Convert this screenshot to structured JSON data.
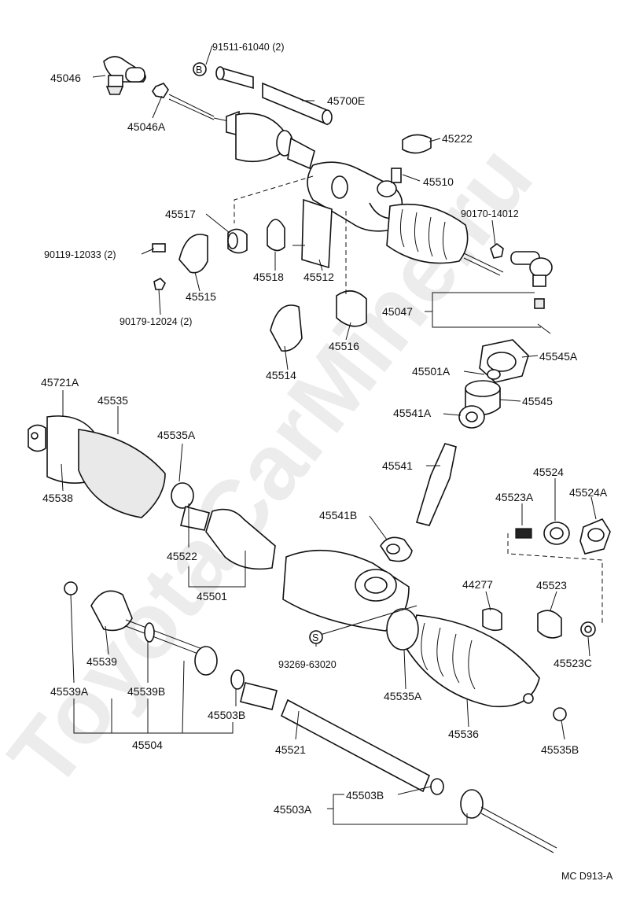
{
  "watermark": "ToyotaCarMine.ru",
  "diagram_code": "MC D913-A",
  "callout_b": "B",
  "callout_s": "S",
  "labels": {
    "p45046": "45046",
    "p45046A": "45046A",
    "p91511": "91511-61040 (2)",
    "p45700E": "45700E",
    "p45222": "45222",
    "p45510": "45510",
    "p45517": "45517",
    "p90170": "90170-14012",
    "p90119": "90119-12033 (2)",
    "p45518": "45518",
    "p45512": "45512",
    "p45515": "45515",
    "p90179": "90179-12024 (2)",
    "p45047": "45047",
    "p45516": "45516",
    "p45514": "45514",
    "p45545A": "45545A",
    "p45501A": "45501A",
    "p45545": "45545",
    "p45721A": "45721A",
    "p45535": "45535",
    "p45541A": "45541A",
    "p45535A_top": "45535A",
    "p45541": "45541",
    "p45538": "45538",
    "p45524": "45524",
    "p45523A": "45523A",
    "p45524A": "45524A",
    "p45541B": "45541B",
    "p45522": "45522",
    "p45501": "45501",
    "p44277": "44277",
    "p45523": "45523",
    "p45539": "45539",
    "p93269": "93269-63020",
    "p45523C": "45523C",
    "p45539A": "45539A",
    "p45539B": "45539B",
    "p45535A_bot": "45535A",
    "p45503B_left": "45503B",
    "p45536": "45536",
    "p45504": "45504",
    "p45521": "45521",
    "p45535B": "45535B",
    "p45503B_right": "45503B",
    "p45503A": "45503A"
  }
}
